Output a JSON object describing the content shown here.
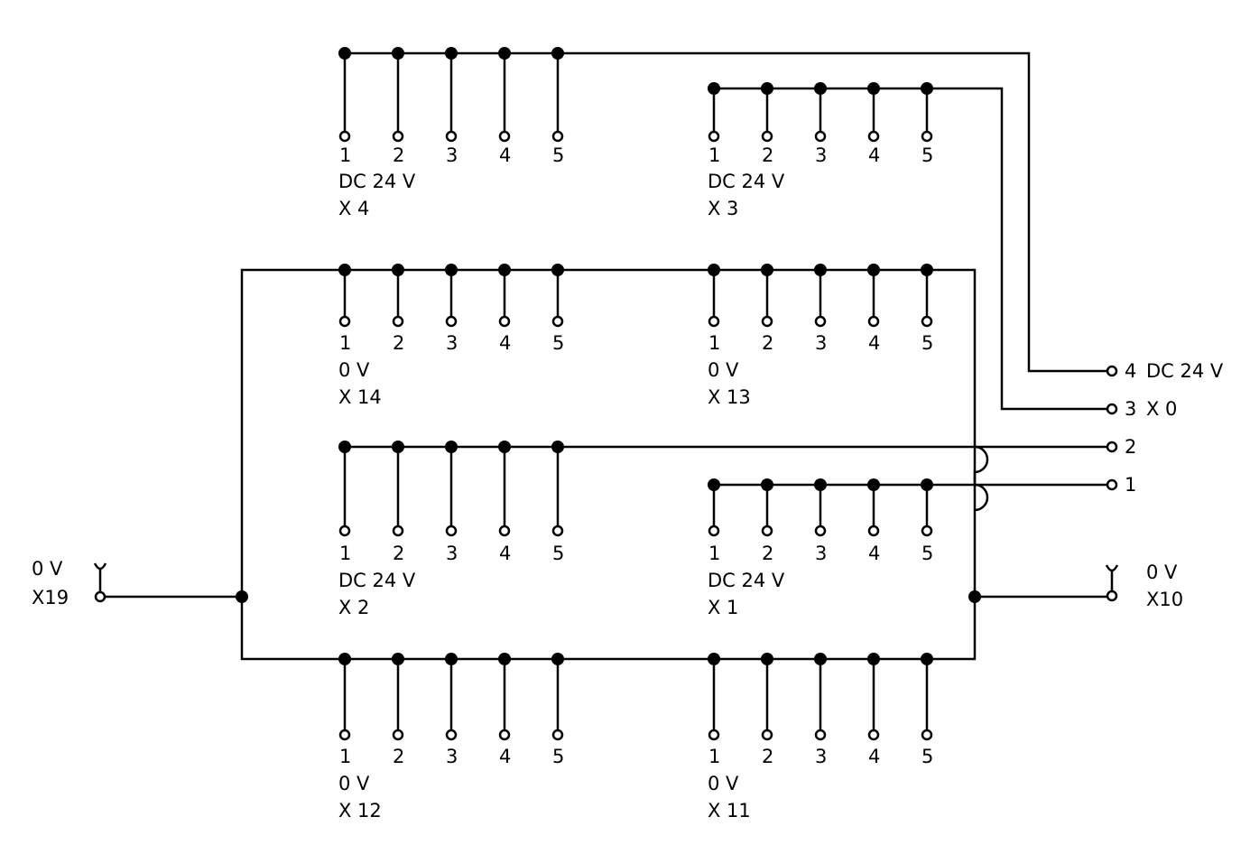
{
  "blocks": {
    "x4": {
      "pins": [
        "1",
        "2",
        "3",
        "4",
        "5"
      ],
      "voltage": "DC 24 V",
      "name": "X 4"
    },
    "x3": {
      "pins": [
        "1",
        "2",
        "3",
        "4",
        "5"
      ],
      "voltage": "DC 24 V",
      "name": "X 3"
    },
    "x14": {
      "pins": [
        "1",
        "2",
        "3",
        "4",
        "5"
      ],
      "voltage": "0 V",
      "name": "X 14"
    },
    "x13": {
      "pins": [
        "1",
        "2",
        "3",
        "4",
        "5"
      ],
      "voltage": "0 V",
      "name": "X 13"
    },
    "x2": {
      "pins": [
        "1",
        "2",
        "3",
        "4",
        "5"
      ],
      "voltage": "DC 24 V",
      "name": "X 2"
    },
    "x1": {
      "pins": [
        "1",
        "2",
        "3",
        "4",
        "5"
      ],
      "voltage": "DC 24 V",
      "name": "X 1"
    },
    "x12": {
      "pins": [
        "1",
        "2",
        "3",
        "4",
        "5"
      ],
      "voltage": "0 V",
      "name": "X 12"
    },
    "x11": {
      "pins": [
        "1",
        "2",
        "3",
        "4",
        "5"
      ],
      "voltage": "0 V",
      "name": "X 11"
    }
  },
  "outputs": {
    "out4": {
      "pin": "4",
      "label": "DC 24 V"
    },
    "out3": {
      "pin": "3",
      "label": "X 0"
    },
    "out2": {
      "pin": "2"
    },
    "out1": {
      "pin": "1"
    }
  },
  "grounds": {
    "x19": {
      "voltage": "0 V",
      "name": "X19"
    },
    "x10": {
      "voltage": "0 V",
      "name": "X10"
    }
  }
}
